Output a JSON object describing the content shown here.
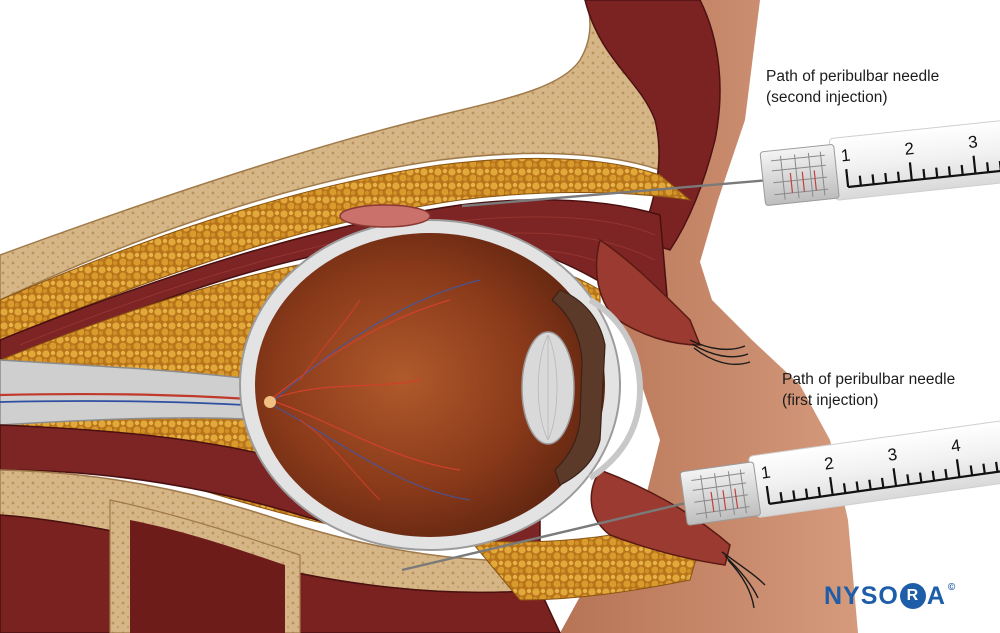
{
  "labels": {
    "second_injection": [
      "Path of peribulbar needle",
      "(second injection)"
    ],
    "first_injection": [
      "Path of peribulbar needle",
      "(first injection)"
    ]
  },
  "syringe_upper": {
    "scale_numbers": [
      "1",
      "2",
      "3"
    ]
  },
  "syringe_lower": {
    "scale_numbers": [
      "1",
      "2",
      "3",
      "4"
    ]
  },
  "logo": {
    "prefix": "NYSO",
    "ring_letter": "R",
    "suffix": "A",
    "mark": "©"
  },
  "colors": {
    "skin": "#c98a6c",
    "muscle": "#7d2424",
    "fat": "#d49a2a",
    "bone": "#d8b98a",
    "sclera": "#e4e4e4",
    "globe_interior": "#8a3a1a",
    "brand_blue": "#1e5da8"
  }
}
